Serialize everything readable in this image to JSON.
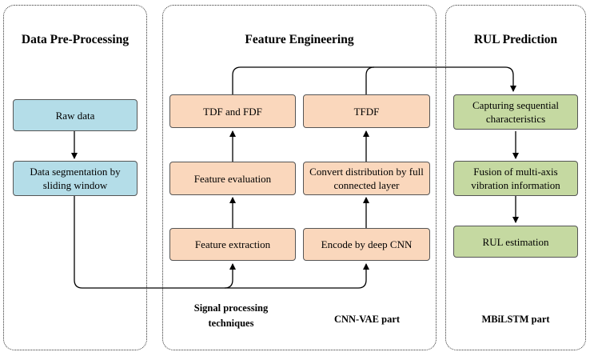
{
  "panels": {
    "preprocessing": {
      "title": "Data Pre-Processing",
      "boxes": {
        "raw_data": "Raw data",
        "segmentation": "Data segmentation by sliding window"
      }
    },
    "feature_engineering": {
      "title": "Feature Engineering",
      "left_column": {
        "tdf_fdf": "TDF and FDF",
        "feature_evaluation": "Feature evaluation",
        "feature_extraction": "Feature extraction",
        "caption": "Signal processing techniques"
      },
      "right_column": {
        "tfdf": "TFDF",
        "convert_distribution": "Convert distribution by full connected layer",
        "encode_cnn": "Encode by deep CNN",
        "caption": "CNN-VAE part"
      }
    },
    "rul_prediction": {
      "title": "RUL Prediction",
      "boxes": {
        "sequential": "Capturing sequential characteristics",
        "fusion": "Fusion of multi-axis vibration information",
        "rul_estimation": "RUL estimation"
      },
      "caption": "MBiLSTM part"
    }
  },
  "colors": {
    "preprocessing_box": "#b4dde8",
    "feature_box": "#fad7bc",
    "rul_box": "#c5d9a1"
  }
}
